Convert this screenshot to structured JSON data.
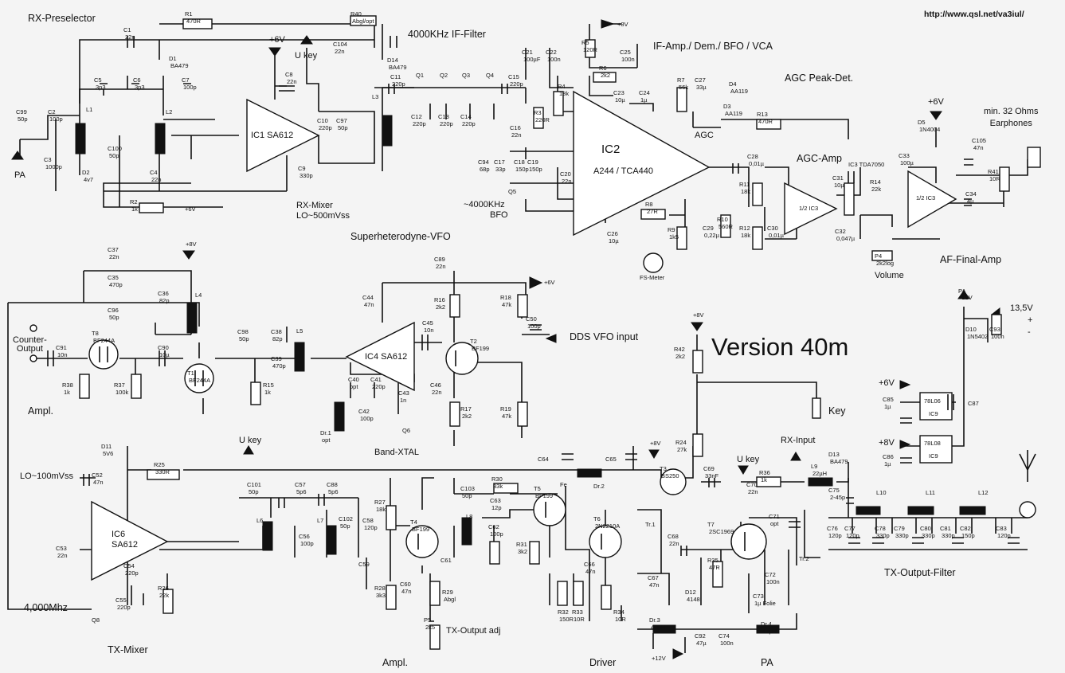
{
  "header": {
    "url": "http://www.qsl.net/va3iul/",
    "version": "Version 40m"
  },
  "sections": {
    "rx_preselector": "RX-Preselector",
    "if_filter": "4000KHz IF-Filter",
    "if_amp": "IF-Amp./ Dem./ BFO / VCA",
    "agc_peak": "AGC Peak-Det.",
    "agc_amp": "AGC-Amp",
    "earphones": "min. 32 Ohms\nEarphones",
    "af_final": "AF-Final-Amp",
    "rx_mixer": "RX-Mixer\nLO~500mVss",
    "superhet_vfo": "Superheterodyne-VFO",
    "dds_input": "DDS VFO input",
    "counter_output": "Counter-\nOutput",
    "ampl_left": "Ampl.",
    "lo_level": "LO~100mVss",
    "tx_mixer": "TX-Mixer",
    "crystal_freq": "4,000Mhz",
    "band_xtal": "Band-XTAL",
    "tx_output_adj": "TX-Output adj",
    "ampl_bottom": "Ampl.",
    "driver": "Driver",
    "pa_bottom": "PA",
    "tx_output_filter": "TX-Output-Filter",
    "key": "Key",
    "rx_input": "RX-Input",
    "bfo": "BFO",
    "bfo_freq": "~4000KHz",
    "agc": "AGC",
    "volume": "Volume",
    "fs_meter": "FS-Meter",
    "pa_left": "PA",
    "supply_plus": "+",
    "supply_minus": "-"
  },
  "ics": {
    "ic1": "IC1 SA612",
    "ic2": "IC2",
    "ic2_part": "A244 / TCA440",
    "ic3": "IC3 TDA7050",
    "ic3a": "1/2 IC3",
    "ic3b": "1/2 IC3",
    "ic4": "IC4 SA612",
    "ic6": "IC6\nSA612",
    "ic9a": "78L06",
    "ic9a_ref": "IC9",
    "ic9b": "78L08",
    "ic9b_ref": "IC9"
  },
  "supplies": {
    "v6_ic1": "+6V",
    "v6_r2": "+6V",
    "v8_top": "+8V",
    "v6_ic3": "+6V",
    "v8_l4": "+8V",
    "v6_vfo": "+6V",
    "v8_r42": "+8V",
    "v12_pa": "PA\n+12V",
    "v13_5": "13,5V",
    "v6_reg": "+6V",
    "v8_reg": "+8V",
    "v8_t3": "+8V",
    "v12_bottom": "+12V",
    "ukey_top": "U key",
    "ukey_tx": "U key",
    "ukey_rx": "U key"
  },
  "components": [
    {
      "ref": "R1",
      "val": "470R"
    },
    {
      "ref": "R40",
      "val": "Abgl/opt"
    },
    {
      "ref": "C1",
      "val": "22n"
    },
    {
      "ref": "C104",
      "val": "22n"
    },
    {
      "ref": "D1",
      "val": "BA479"
    },
    {
      "ref": "D14",
      "val": "BA479"
    },
    {
      "ref": "C5",
      "val": "3p3"
    },
    {
      "ref": "C6",
      "val": "3p3"
    },
    {
      "ref": "C7",
      "val": "100p"
    },
    {
      "ref": "C99",
      "val": "50p"
    },
    {
      "ref": "C2",
      "val": "100p"
    },
    {
      "ref": "C3",
      "val": "1000p"
    },
    {
      "ref": "L1",
      "val": ""
    },
    {
      "ref": "L2",
      "val": ""
    },
    {
      "ref": "L3",
      "val": ""
    },
    {
      "ref": "C100",
      "val": "50p"
    },
    {
      "ref": "C4",
      "val": "22n"
    },
    {
      "ref": "D2",
      "val": "4v7"
    },
    {
      "ref": "R2",
      "val": "1k"
    },
    {
      "ref": "C8",
      "val": "22n"
    },
    {
      "ref": "C9",
      "val": "330p"
    },
    {
      "ref": "C10",
      "val": "220p"
    },
    {
      "ref": "C97",
      "val": "50p"
    },
    {
      "ref": "C11",
      "val": "220p"
    },
    {
      "ref": "Q1",
      "val": ""
    },
    {
      "ref": "Q2",
      "val": ""
    },
    {
      "ref": "Q3",
      "val": ""
    },
    {
      "ref": "Q4",
      "val": ""
    },
    {
      "ref": "C12",
      "val": "220p"
    },
    {
      "ref": "C13",
      "val": "220p"
    },
    {
      "ref": "C14",
      "val": "220p"
    },
    {
      "ref": "C15",
      "val": "220p"
    },
    {
      "ref": "C21",
      "val": "100µF"
    },
    {
      "ref": "C22",
      "val": "100n"
    },
    {
      "ref": "R5",
      "val": "120R"
    },
    {
      "ref": "R6",
      "val": "2k2"
    },
    {
      "ref": "C25",
      "val": "100n"
    },
    {
      "ref": "R4",
      "val": "18k"
    },
    {
      "ref": "C23",
      "val": "10µ"
    },
    {
      "ref": "C24",
      "val": "1µ"
    },
    {
      "ref": "R3",
      "val": "220R"
    },
    {
      "ref": "C16",
      "val": "22n"
    },
    {
      "ref": "R7",
      "val": "56k"
    },
    {
      "ref": "C27",
      "val": "33µ"
    },
    {
      "ref": "D4",
      "val": "AA119"
    },
    {
      "ref": "D3",
      "val": "AA119"
    },
    {
      "ref": "R13",
      "val": "470R"
    },
    {
      "ref": "C94",
      "val": "68p"
    },
    {
      "ref": "C17",
      "val": "33p"
    },
    {
      "ref": "C18",
      "val": "150p"
    },
    {
      "ref": "C19",
      "val": "150p"
    },
    {
      "ref": "C20",
      "val": "22n"
    },
    {
      "ref": "Q5",
      "val": ""
    },
    {
      "ref": "R8",
      "val": "27R"
    },
    {
      "ref": "R9",
      "val": "1k5"
    },
    {
      "ref": "C26",
      "val": "10µ"
    },
    {
      "ref": "C28",
      "val": "0,01µ"
    },
    {
      "ref": "R11",
      "val": "18k"
    },
    {
      "ref": "R12",
      "val": "18k"
    },
    {
      "ref": "C29",
      "val": "0,22µ"
    },
    {
      "ref": "R10",
      "val": "560R"
    },
    {
      "ref": "C30",
      "val": "0,01µ"
    },
    {
      "ref": "C31",
      "val": "10µ"
    },
    {
      "ref": "R14",
      "val": "22k"
    },
    {
      "ref": "C32",
      "val": "0,047µ"
    },
    {
      "ref": "P4",
      "val": "2k2log"
    },
    {
      "ref": "D5",
      "val": "1N4004"
    },
    {
      "ref": "C33",
      "val": "100µ"
    },
    {
      "ref": "C105",
      "val": "47n"
    },
    {
      "ref": "R41",
      "val": "10R"
    },
    {
      "ref": "C34",
      "val": "4µ"
    },
    {
      "ref": "C37",
      "val": "22n"
    },
    {
      "ref": "C35",
      "val": "470p"
    },
    {
      "ref": "C36",
      "val": "82p"
    },
    {
      "ref": "C96",
      "val": "50p"
    },
    {
      "ref": "L4",
      "val": ""
    },
    {
      "ref": "T8",
      "val": "BF244A"
    },
    {
      "ref": "C91",
      "val": "10n"
    },
    {
      "ref": "C90",
      "val": "10µ"
    },
    {
      "ref": "R38",
      "val": "1k"
    },
    {
      "ref": "R37",
      "val": "100k"
    },
    {
      "ref": "T1",
      "val": "BF244A"
    },
    {
      "ref": "C98",
      "val": "50p"
    },
    {
      "ref": "C38",
      "val": "82p"
    },
    {
      "ref": "C39",
      "val": "470p"
    },
    {
      "ref": "R15",
      "val": "1k"
    },
    {
      "ref": "L5",
      "val": ""
    },
    {
      "ref": "C44",
      "val": "47n"
    },
    {
      "ref": "C45",
      "val": "10n"
    },
    {
      "ref": "C89",
      "val": "22n"
    },
    {
      "ref": "R16",
      "val": "2k2"
    },
    {
      "ref": "T2",
      "val": "BF199"
    },
    {
      "ref": "R18",
      "val": "47k"
    },
    {
      "ref": "C50",
      "val": "100p"
    },
    {
      "ref": "R19",
      "val": "47k"
    },
    {
      "ref": "R17",
      "val": "2k2"
    },
    {
      "ref": "C40",
      "val": "opt"
    },
    {
      "ref": "C41",
      "val": "220p"
    },
    {
      "ref": "C42",
      "val": "100p"
    },
    {
      "ref": "C43",
      "val": "1n"
    },
    {
      "ref": "C46",
      "val": "22n"
    },
    {
      "ref": "Q6",
      "val": ""
    },
    {
      "ref": "Dr.1",
      "val": "opt"
    },
    {
      "ref": "R42",
      "val": "2k2"
    },
    {
      "ref": "D10",
      "val": "1N5402"
    },
    {
      "ref": "C93",
      "val": "100n"
    },
    {
      "ref": "C85",
      "val": "1µ"
    },
    {
      "ref": "C87",
      "val": ""
    },
    {
      "ref": "C86",
      "val": "1µ"
    },
    {
      "ref": "D13",
      "val": "BA479"
    },
    {
      "ref": "D11",
      "val": "5V6"
    },
    {
      "ref": "R25",
      "val": "330R"
    },
    {
      "ref": "C52",
      "val": "47n"
    },
    {
      "ref": "C53",
      "val": "22n"
    },
    {
      "ref": "C54",
      "val": "220p"
    },
    {
      "ref": "C55",
      "val": "220p"
    },
    {
      "ref": "R26",
      "val": "22k"
    },
    {
      "ref": "Q8",
      "val": ""
    },
    {
      "ref": "C101",
      "val": "50p"
    },
    {
      "ref": "C57",
      "val": "5p6"
    },
    {
      "ref": "C88",
      "val": "5p6"
    },
    {
      "ref": "L6",
      "val": ""
    },
    {
      "ref": "C56",
      "val": "100p"
    },
    {
      "ref": "L7",
      "val": ""
    },
    {
      "ref": "C102",
      "val": "50p"
    },
    {
      "ref": "C58",
      "val": "120p"
    },
    {
      "ref": "C59",
      "val": ""
    },
    {
      "ref": "R27",
      "val": "18k"
    },
    {
      "ref": "T4",
      "val": "BF199"
    },
    {
      "ref": "R28",
      "val": "3k3"
    },
    {
      "ref": "C60",
      "val": "47n"
    },
    {
      "ref": "R29",
      "val": "Abgl"
    },
    {
      "ref": "P5",
      "val": "2k5"
    },
    {
      "ref": "R30",
      "val": "33k"
    },
    {
      "ref": "C103",
      "val": "50p"
    },
    {
      "ref": "C63",
      "val": "12p"
    },
    {
      "ref": "L8",
      "val": ""
    },
    {
      "ref": "C61",
      "val": ""
    },
    {
      "ref": "C62",
      "val": "100p"
    },
    {
      "ref": "R31",
      "val": "3k2"
    },
    {
      "ref": "T5",
      "val": "BF199"
    },
    {
      "ref": "C64",
      "val": ""
    },
    {
      "ref": "Dr.2",
      "val": ""
    },
    {
      "ref": "C65",
      "val": ""
    },
    {
      "ref": "Fe",
      "val": ""
    },
    {
      "ref": "R24",
      "val": "27k"
    },
    {
      "ref": "T3",
      "val": "BS250"
    },
    {
      "ref": "C69",
      "val": "33nF"
    },
    {
      "ref": "C70",
      "val": "22n"
    },
    {
      "ref": "R36",
      "val": "1k"
    },
    {
      "ref": "L9",
      "val": "22µH"
    },
    {
      "ref": "C75",
      "val": "2-45p"
    },
    {
      "ref": "T6",
      "val": "2N2210A"
    },
    {
      "ref": "R32",
      "val": "150R"
    },
    {
      "ref": "R33",
      "val": "10R"
    },
    {
      "ref": "R34",
      "val": "10R"
    },
    {
      "ref": "C66",
      "val": "47n"
    },
    {
      "ref": "Tr.1",
      "val": ""
    },
    {
      "ref": "C68",
      "val": "22n"
    },
    {
      "ref": "C67",
      "val": "47n"
    },
    {
      "ref": "D12",
      "val": "4148"
    },
    {
      "ref": "R35",
      "val": "47R"
    },
    {
      "ref": "T7",
      "val": "2SC1969"
    },
    {
      "ref": "C71",
      "val": "opt"
    },
    {
      "ref": "C72",
      "val": "100n"
    },
    {
      "ref": "C73",
      "val": "1µ Folie"
    },
    {
      "ref": "Tr.2",
      "val": ""
    },
    {
      "ref": "Dr.3",
      "val": "47µH"
    },
    {
      "ref": "Dr.4",
      "val": "47µH"
    },
    {
      "ref": "C92",
      "val": "47µ"
    },
    {
      "ref": "C74",
      "val": "100n"
    },
    {
      "ref": "L10",
      "val": ""
    },
    {
      "ref": "L11",
      "val": ""
    },
    {
      "ref": "L12",
      "val": ""
    },
    {
      "ref": "C76",
      "val": "120p"
    },
    {
      "ref": "C77",
      "val": "120p"
    },
    {
      "ref": "C78",
      "val": "330p"
    },
    {
      "ref": "C79",
      "val": "330p"
    },
    {
      "ref": "C80",
      "val": "330p"
    },
    {
      "ref": "C81",
      "val": "330p"
    },
    {
      "ref": "C82",
      "val": "150p"
    },
    {
      "ref": "C83",
      "val": "120p"
    }
  ]
}
